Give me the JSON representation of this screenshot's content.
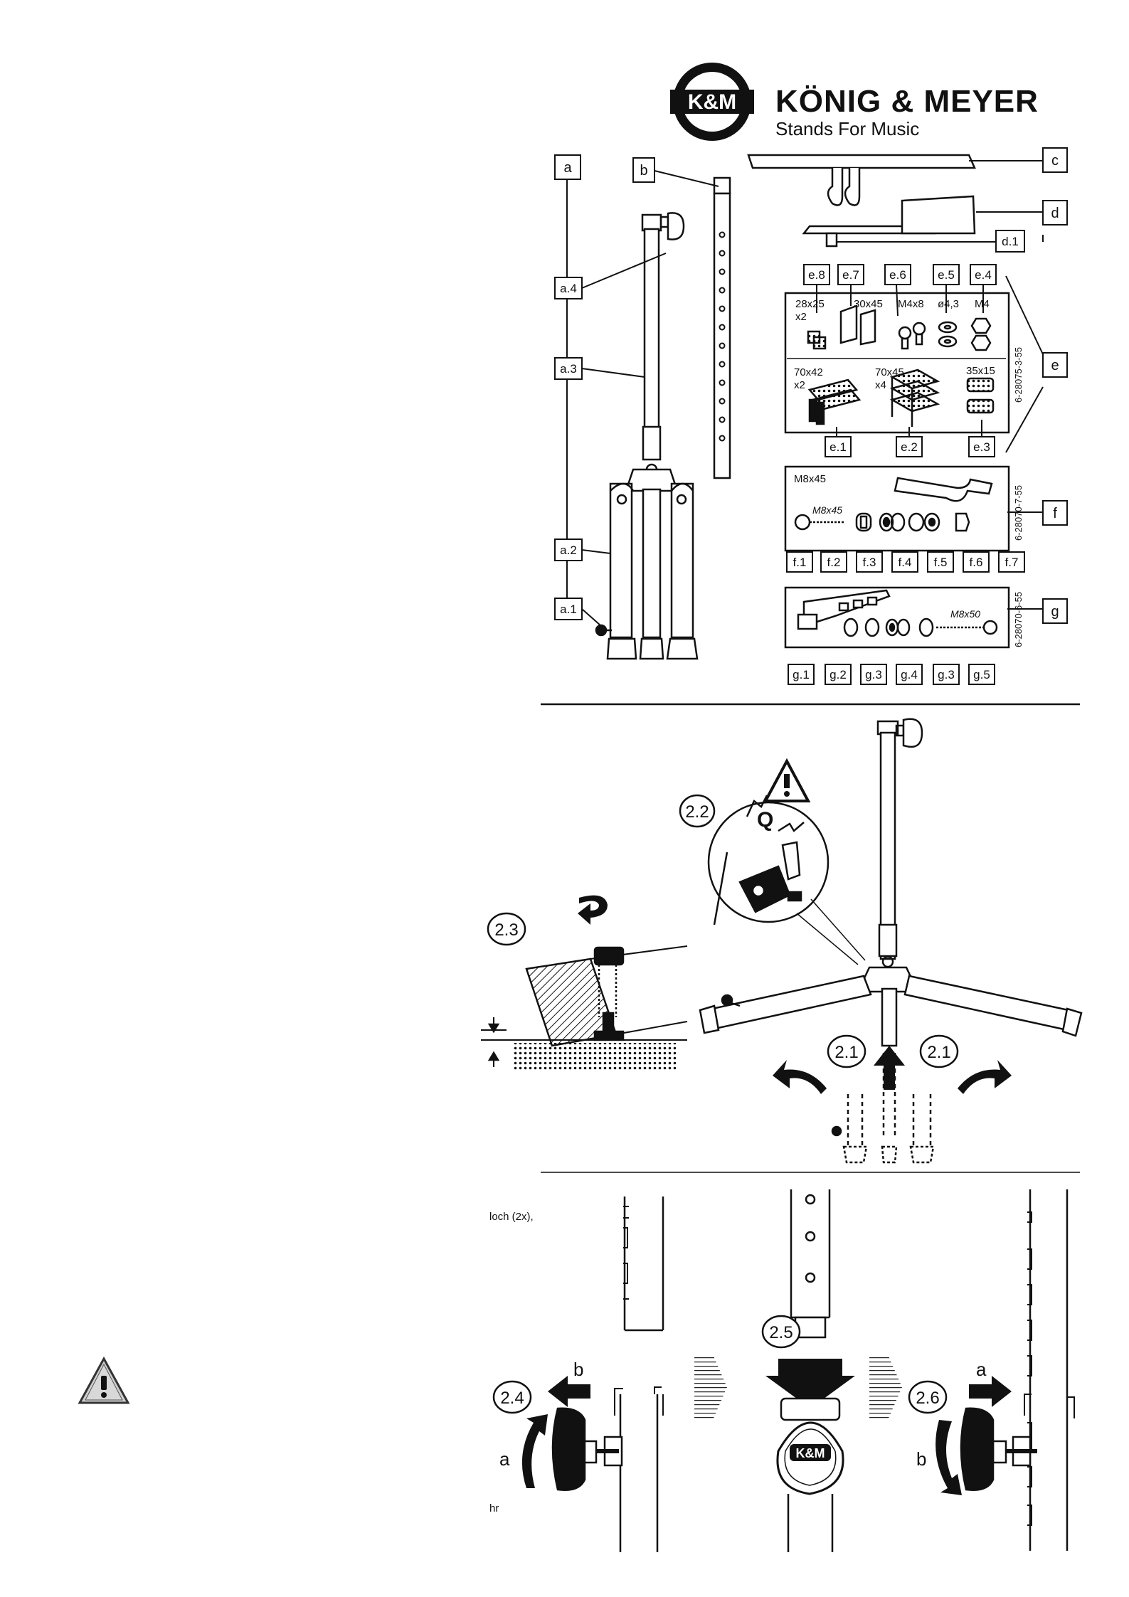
{
  "brand": {
    "logo_text": "K&M",
    "name": "KÖNIG & MEYER",
    "tagline": "Stands For Music"
  },
  "parts": {
    "a": "a",
    "a1": "a.1",
    "a2": "a.2",
    "a3": "a.3",
    "a4": "a.4",
    "b": "b",
    "c": "c",
    "d": "d",
    "d1": "d.1",
    "e": "e",
    "e1": "e.1",
    "e2": "e.2",
    "e3": "e.3",
    "e4": "e.4",
    "e5": "e.5",
    "e6": "e.6",
    "e7": "e.7",
    "e8": "e.8",
    "f": "f",
    "f1": "f.1",
    "f2": "f.2",
    "f3": "f.3",
    "f4": "f.4",
    "f5": "f.5",
    "f6": "f.6",
    "f7": "f.7",
    "g": "g",
    "g1": "g.1",
    "g2": "g.2",
    "g3": "g.3",
    "g4": "g.4",
    "g5": "g.5"
  },
  "kit_e": {
    "dim_e8": "28x25",
    "qty_e8": "x2",
    "dim_e7": "30x45",
    "dim_e6": "M4x8",
    "dim_e5": "ø4,3",
    "dim_e4": "M4",
    "dim_e1": "70x42",
    "qty_e1": "x2",
    "dim_e2": "70x45",
    "qty_e2": "x4",
    "dim_e3": "35x15",
    "part_no": "6-28075-3-55"
  },
  "kit_f": {
    "title": "M8x45",
    "bolt_label": "M8x45",
    "part_no": "6-28070-7-55"
  },
  "kit_g": {
    "bolt_label": "M8x50",
    "part_no": "6-28070-6-55"
  },
  "steps": {
    "s21": "2.1",
    "s22": "2.2",
    "s23": "2.3",
    "s24": "2.4",
    "s25": "2.5",
    "s26": "2.6",
    "q": "Q",
    "arrow_a": "a",
    "arrow_b": "b"
  },
  "side_text": {
    "line1": "loch (2x),",
    "line2": "hr"
  }
}
